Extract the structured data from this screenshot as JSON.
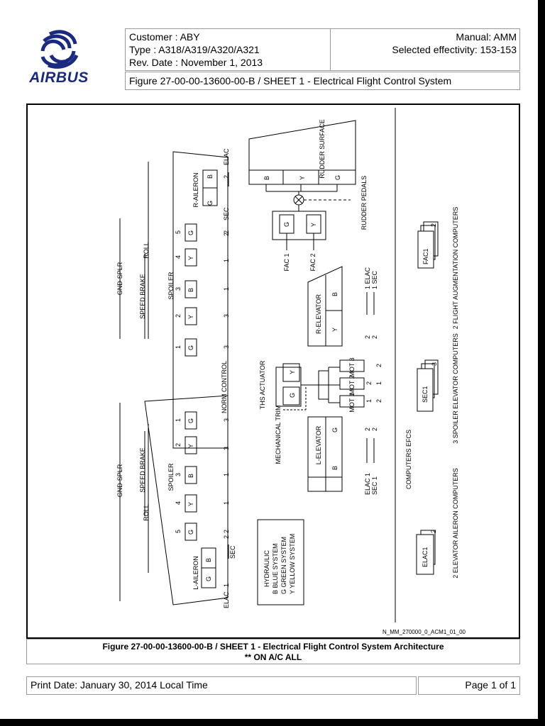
{
  "header": {
    "customer": "Customer : ABY",
    "type": "Type : A318/A319/A320/A321",
    "rev_date": "Rev. Date : November 1, 2013",
    "manual": "Manual: AMM",
    "effectivity": "Selected effectivity: 153-153",
    "figure_title": "Figure 27-00-00-13600-00-B / SHEET 1 - Electrical Flight Control System"
  },
  "logo": {
    "text": "AIRBUS",
    "color": "#1a2a80"
  },
  "diagram": {
    "groups": {
      "gnd_splr": "GND-SPLR",
      "roll": "ROLL",
      "speed_brake": "SPEED BRAKE",
      "spoiler": "SPOILER",
      "r_aileron": "R-AILERON",
      "l_aileron": "L-AILERON",
      "norm_control": "NORM CONTROL",
      "rudder_surface": "RUDDER SURFACE",
      "rudder_pedals": "RUDDER PEDALS",
      "ths_actuator": "THS ACTUATOR",
      "mechanical_trim": "MECHANICAL TRIM",
      "r_elevator": "R-ELEVATOR",
      "l_elevator": "L-ELEVATOR",
      "fac1": "FAC 1",
      "fac2": "FAC 2",
      "computers_efcs": "COMPUTERS EFCS"
    },
    "right_spoilers": {
      "numbers": [
        "1",
        "2",
        "3",
        "4",
        "5"
      ],
      "hyd": [
        "G",
        "Y",
        "B",
        "Y",
        "G"
      ],
      "computers": [
        "3",
        "3",
        "1",
        "1",
        "2"
      ]
    },
    "left_spoilers": {
      "numbers": [
        "1",
        "2",
        "3",
        "4",
        "5"
      ],
      "hyd": [
        "G",
        "Y",
        "B",
        "Y",
        "G"
      ],
      "computers": [
        "3",
        "3",
        "1",
        "1",
        "2"
      ]
    },
    "r_aileron": {
      "hyd": [
        "G",
        "B"
      ],
      "elac": "ELAC",
      "sec": "SEC",
      "elac_num": "2",
      "sec_num": "2"
    },
    "l_aileron": {
      "hyd": [
        "B",
        "G"
      ],
      "elac": "ELAC",
      "sec": "SEC",
      "elac_num": "1",
      "sec_num": "2"
    },
    "rudder": {
      "hyd": [
        "B",
        "Y",
        "G"
      ],
      "servo": [
        "G",
        "Y"
      ]
    },
    "r_elevator": {
      "hyd": [
        "B",
        "Y"
      ],
      "elac_line": "1 ELAC",
      "sec_line": "1 SEC",
      "left_nums": [
        "2",
        "2"
      ]
    },
    "l_elevator": {
      "hyd": [
        "G",
        "B"
      ],
      "elac_line": "ELAC 1",
      "sec_line": "SEC 1",
      "right_nums": [
        "2",
        "2"
      ]
    },
    "ths": {
      "hyd": [
        "Y",
        "G"
      ]
    },
    "motors": [
      {
        "label": "MOT 3",
        "a": "",
        "b": "2"
      },
      {
        "label": "MOT 2",
        "a": "2",
        "b": "1"
      },
      {
        "label": "MOT 1",
        "a": "1",
        "b": "2"
      }
    ],
    "hydraulic_legend": {
      "title": "HYDRAULIC",
      "lines": [
        "B BLUE SYSTEM",
        "G GREEN SYSTEM",
        "Y YELLOW SYSTEM"
      ]
    },
    "computers": [
      {
        "box": "FAC1",
        "num": "2",
        "desc": "2 FLIGHT AUGMENTATION COMPUTERS"
      },
      {
        "box": "SEC1",
        "num": "3",
        "desc": "3 SPOILER ELEVATOR COMPUTERS"
      },
      {
        "box": "ELAC1",
        "num": "2",
        "desc": "2 ELEVATOR AILERON COMPUTERS"
      }
    ],
    "ref_code": "N_MM_270000_0_ACM1_01_00"
  },
  "caption": {
    "line1": "Figure 27-00-00-13600-00-B / SHEET 1 - Electrical Flight Control System Architecture",
    "line2": "** ON A/C ALL"
  },
  "footer": {
    "print_date": "Print Date: January 30, 2014 Local Time",
    "page": "Page 1 of 1"
  }
}
